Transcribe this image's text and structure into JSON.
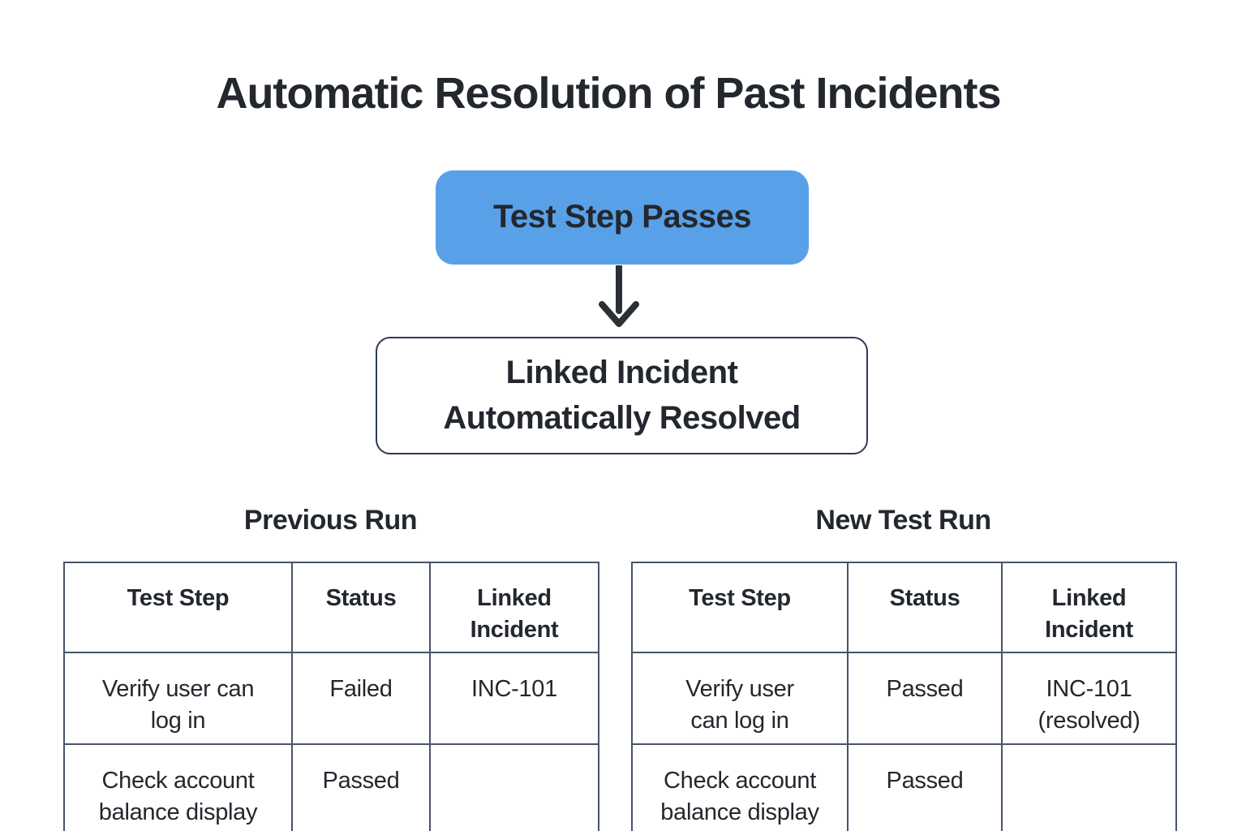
{
  "page": {
    "title": "Automatic Resolution of Past Incidents"
  },
  "flowchart": {
    "trigger_node": {
      "label": "Test Step Passes"
    },
    "result_node": {
      "label": "Linked Incident\nAutomatically Resolved"
    },
    "connector": "arrow-down"
  },
  "colors": {
    "node_blue": "#58A1E8",
    "node_border": "#2C3A52",
    "table_border": "#47546A",
    "text": "#23272E",
    "arrow": "#2B3036",
    "background": "#FFFFFF"
  },
  "tables": [
    {
      "title": "Previous Run",
      "headers": [
        "Test Step",
        "Status",
        "Linked\nIncident"
      ],
      "rows": [
        [
          "Verify user can\nlog in",
          "Failed",
          "INC-101"
        ],
        [
          "Check account\nbalance display",
          "Passed",
          ""
        ]
      ]
    },
    {
      "title": "New Test Run",
      "headers": [
        "Test Step",
        "Status",
        "Linked\nIncident"
      ],
      "rows": [
        [
          "Verify user\ncan log in",
          "Passed",
          "INC-101\n(resolved)"
        ],
        [
          "Check account\nbalance display",
          "Passed",
          ""
        ]
      ]
    }
  ]
}
